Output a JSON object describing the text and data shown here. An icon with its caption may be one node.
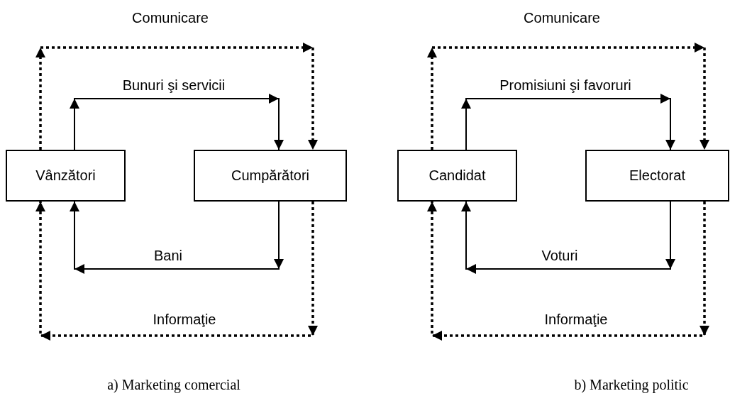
{
  "diagram": {
    "nodes": [
      {
        "text": [
          "Vânzători"
        ]
      },
      {
        "text": [
          "Cumpărători"
        ]
      },
      {
        "text": [
          "Candidat"
        ]
      },
      {
        "text": [
          "Electorat"
        ]
      }
    ],
    "edges": [
      {
        "from": 0,
        "to": 1,
        "arrow": "to",
        "label": "Comunicare",
        "style": "dashed"
      },
      {
        "from": 0,
        "to": 1,
        "arrow": "to",
        "label": "Bunuri şi servicii"
      },
      {
        "from": 1,
        "to": 0,
        "arrow": "to",
        "label": "Bani"
      },
      {
        "from": 1,
        "to": 0,
        "arrow": "to",
        "label": "Informaţie",
        "style": "dashed"
      },
      {
        "from": 2,
        "to": 3,
        "arrow": "to",
        "label": "Comunicare",
        "style": "dashed"
      },
      {
        "from": 2,
        "to": 3,
        "arrow": "to",
        "label": "Promisiuni şi favoruri"
      },
      {
        "from": 3,
        "to": 2,
        "arrow": "to",
        "label": "Voturi"
      },
      {
        "from": 3,
        "to": 2,
        "arrow": "to",
        "label": "Informaţie",
        "style": "dashed"
      }
    ],
    "labels": [
      "a) Marketing comercial",
      "b) Marketing politic"
    ]
  }
}
